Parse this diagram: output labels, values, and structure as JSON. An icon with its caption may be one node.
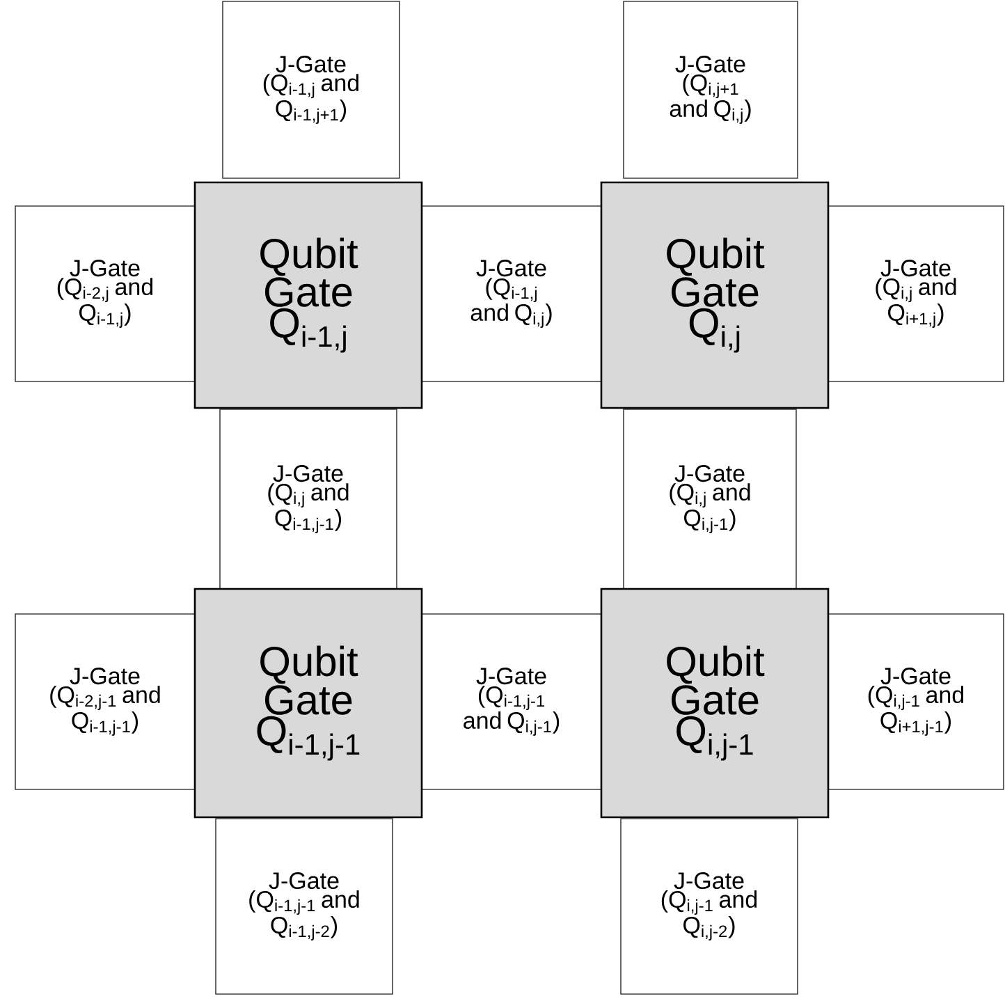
{
  "diagram": {
    "nodes": [
      {
        "text": [
          "J-Gate",
          "(Q$_{i-1,j}$ and Q$_{i-1,j+1}$)"
        ]
      },
      {
        "text": [
          "J-Gate",
          "(Q$_{i,j+1}$ and Q$_{i,j}$)"
        ]
      },
      {
        "text": [
          "J-Gate",
          "(Q$_{i-2,j}$ and Q$_{i-1,j}$)"
        ]
      },
      {
        "text": [
          "Qubit Gate Q$_{i-1,j}$"
        ]
      },
      {
        "text": [
          "J-Gate",
          "(Q$_{i-1,j}$ and Q$_{i,j}$)"
        ]
      },
      {
        "text": [
          "Qubit Gate Q$_{i,j}$"
        ]
      },
      {
        "text": [
          "J-Gate",
          "(Q$_{i,j}$ and Q$_{i+1,j}$)"
        ]
      },
      {
        "text": [
          "J-Gate",
          "(Q$_{i,j}$ and Q$_{i-1,j-1}$)"
        ]
      },
      {
        "text": [
          "J-Gate",
          "(Q$_{i,j}$ and Q$_{i,j-1}$)"
        ]
      },
      {
        "text": [
          "J-Gate",
          "(Q$_{i-2,j-1}$ and Q$_{i-1,j-1}$)"
        ]
      },
      {
        "text": [
          "Qubit Gate Q$_{i-1,j-1}$"
        ]
      },
      {
        "text": [
          "J-Gate",
          "(Q$_{i-1,j-1}$ and Q$_{i,j-1}$)"
        ]
      },
      {
        "text": [
          "Qubit Gate Q$_{i,j-1}$"
        ]
      },
      {
        "text": [
          "J-Gate",
          "(Q$_{i,j-1}$ and Q$_{i+1,j-1}$)"
        ]
      },
      {
        "text": [
          "J-Gate",
          "(Q$_{i-1,j-1}$ and Q$_{i-1,j-2}$)"
        ]
      },
      {
        "text": [
          "J-Gate",
          "(Q$_{i,j-1}$ and Q$_{i,j-2}$)"
        ]
      }
    ]
  }
}
